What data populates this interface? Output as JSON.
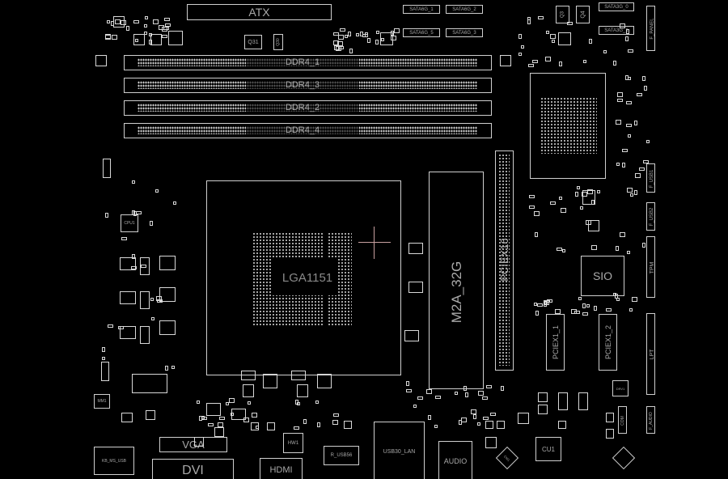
{
  "board": {
    "atx": "ATX",
    "q31": "Q31",
    "q30": "Q30",
    "q4": "Q4",
    "q3": "Q3",
    "sata": [
      "SATA6G_1",
      "SATA6G_2",
      "SATA6G_5",
      "SATA6G_3"
    ],
    "sata3g": [
      "SATA3G_0",
      "SATA3G_1"
    ],
    "f_panel": "F_PANEL",
    "dimms": [
      "DDR4_1",
      "DDR4_3",
      "DDR4_2",
      "DDR4_4"
    ],
    "cpu_socket": "LGA1151",
    "m2": "M2A_32G",
    "pciex16": "PCIEX16",
    "pciex1": [
      "PCIEX1_1",
      "PCIEX1_2"
    ],
    "sio": "SIO",
    "f_usb": [
      "F_USB1",
      "F_USB2"
    ],
    "tpm": "TPM",
    "lpt": "LPT",
    "cpu_chip": "CPU1",
    "mm1": "MM1",
    "vga": "VGA",
    "dvi": "DVI",
    "hdmi": "HDMI",
    "hw1": "HW1",
    "r_usb": "R_USB56",
    "kb_ms_usb": "KB_MS_USB",
    "usb_lan": "USB30_LAN",
    "audio": "AUDIO",
    "cu1": "CU1",
    "drv1": "DRV1",
    "cm1": "CM1",
    "com": "COM",
    "f_aud": "F_AUDIO"
  },
  "colors": {
    "background": "#000000",
    "outline": "#cfcfcf",
    "cursor": "#c8a0a0"
  }
}
